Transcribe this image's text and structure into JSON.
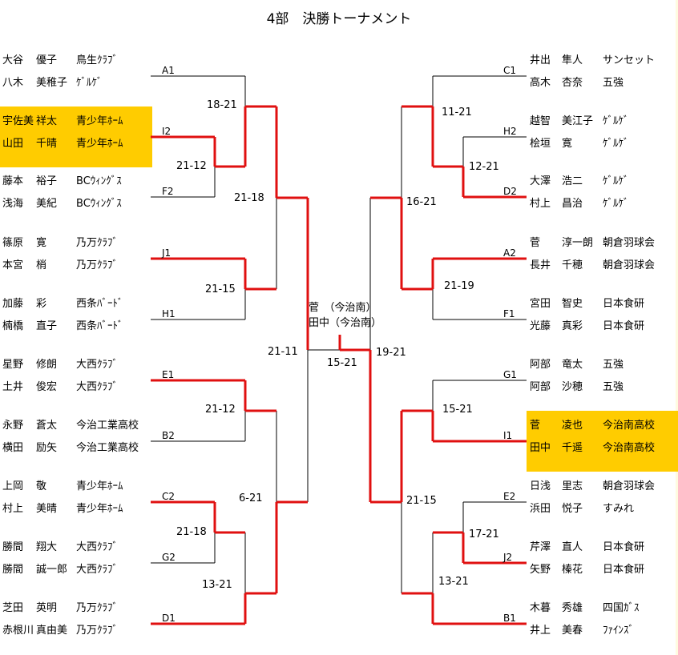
{
  "title": "4部　決勝トーナメント",
  "colors": {
    "winner_line": "#e01010",
    "highlight": "#ffcc00"
  },
  "left": {
    "teams": [
      {
        "code": "A1",
        "players": [
          [
            "大谷",
            "優子",
            "鳥生ｸﾗﾌﾞ"
          ],
          [
            "八木",
            "美稚子",
            "ｹﾞﾙｹﾞ"
          ]
        ]
      },
      {
        "code": "I2",
        "highlight": true,
        "players": [
          [
            "宇佐美",
            "祥太",
            "青少年ﾎｰﾑ"
          ],
          [
            "山田",
            "千晴",
            "青少年ﾎｰﾑ"
          ]
        ]
      },
      {
        "code": "F2",
        "players": [
          [
            "藤本",
            "裕子",
            "BCｳｨﾝｸﾞｽ"
          ],
          [
            "浅海",
            "美紀",
            "BCｳｨﾝｸﾞｽ"
          ]
        ]
      },
      {
        "code": "J1",
        "players": [
          [
            "篠原",
            "寛",
            "乃万ｸﾗﾌﾞ"
          ],
          [
            "本宮",
            "梢",
            "乃万ｸﾗﾌﾞ"
          ]
        ]
      },
      {
        "code": "H1",
        "players": [
          [
            "加藤",
            "彩",
            "西条ﾊﾞｰﾄﾞ"
          ],
          [
            "楠橋",
            "直子",
            "西条ﾊﾞｰﾄﾞ"
          ]
        ]
      },
      {
        "code": "E1",
        "players": [
          [
            "星野",
            "修朗",
            "大西ｸﾗﾌﾞ"
          ],
          [
            "土井",
            "俊宏",
            "大西ｸﾗﾌﾞ"
          ]
        ]
      },
      {
        "code": "B2",
        "players": [
          [
            "永野",
            "蒼太",
            "今治工業高校"
          ],
          [
            "横田",
            "励矢",
            "今治工業高校"
          ]
        ]
      },
      {
        "code": "C2",
        "players": [
          [
            "上岡",
            "敬",
            "青少年ﾎｰﾑ"
          ],
          [
            "村上",
            "美晴",
            "青少年ﾎｰﾑ"
          ]
        ]
      },
      {
        "code": "G2",
        "players": [
          [
            "勝間",
            "翔大",
            "大西ｸﾗﾌﾞ"
          ],
          [
            "勝間",
            "誠一郎",
            "大西ｸﾗﾌﾞ"
          ]
        ]
      },
      {
        "code": "D1",
        "players": [
          [
            "芝田",
            "英明",
            "乃万ｸﾗﾌﾞ"
          ],
          [
            "赤根川",
            "真由美",
            "乃万ｸﾗﾌﾞ"
          ]
        ]
      }
    ],
    "scores": [
      "18-21",
      "21-12",
      "21-18",
      "21-15",
      "21-11",
      "21-12",
      "6-21",
      "21-18",
      "13-21"
    ]
  },
  "right": {
    "teams": [
      {
        "code": "C1",
        "players": [
          [
            "井出",
            "隼人",
            "サンセット"
          ],
          [
            "高木",
            "杏奈",
            "五強"
          ]
        ]
      },
      {
        "code": "H2",
        "players": [
          [
            "越智",
            "美江子",
            "ｹﾞﾙｹﾞ"
          ],
          [
            "桧垣",
            "寛",
            "ｹﾞﾙｹﾞ"
          ]
        ]
      },
      {
        "code": "D2",
        "players": [
          [
            "大澤",
            "浩二",
            "ｹﾞﾙｹﾞ"
          ],
          [
            "村上",
            "昌治",
            "ｹﾞﾙｹﾞ"
          ]
        ]
      },
      {
        "code": "A2",
        "players": [
          [
            "菅",
            "淳一朗",
            "朝倉羽球会"
          ],
          [
            "長井",
            "千穂",
            "朝倉羽球会"
          ]
        ]
      },
      {
        "code": "F1",
        "players": [
          [
            "宮田",
            "智史",
            "日本食研"
          ],
          [
            "光藤",
            "真彩",
            "日本食研"
          ]
        ]
      },
      {
        "code": "G1",
        "players": [
          [
            "阿部",
            "竜太",
            "五強"
          ],
          [
            "阿部",
            "沙穂",
            "五強"
          ]
        ]
      },
      {
        "code": "I1",
        "highlight": true,
        "players": [
          [
            "菅",
            "凌也",
            "今治南高校"
          ],
          [
            "田中",
            "千遥",
            "今治南高校"
          ]
        ]
      },
      {
        "code": "E2",
        "players": [
          [
            "日浅",
            "里志",
            "朝倉羽球会"
          ],
          [
            "浜田",
            "悦子",
            "すみれ"
          ]
        ]
      },
      {
        "code": "J2",
        "players": [
          [
            "芹澤",
            "直人",
            "日本食研"
          ],
          [
            "矢野",
            "榛花",
            "日本食研"
          ]
        ]
      },
      {
        "code": "B1",
        "players": [
          [
            "木暮",
            "秀雄",
            "四国ｶﾞｽ"
          ],
          [
            "井上",
            "美春",
            "ﾌｧｲﾝｽﾞ"
          ]
        ]
      }
    ],
    "scores": [
      "11-21",
      "12-21",
      "16-21",
      "21-19",
      "19-21",
      "15-21",
      "21-15",
      "17-21",
      "13-21"
    ]
  },
  "final": {
    "score": "15-21",
    "champion": [
      "菅　（今治南）",
      "田中（今治南）"
    ]
  }
}
